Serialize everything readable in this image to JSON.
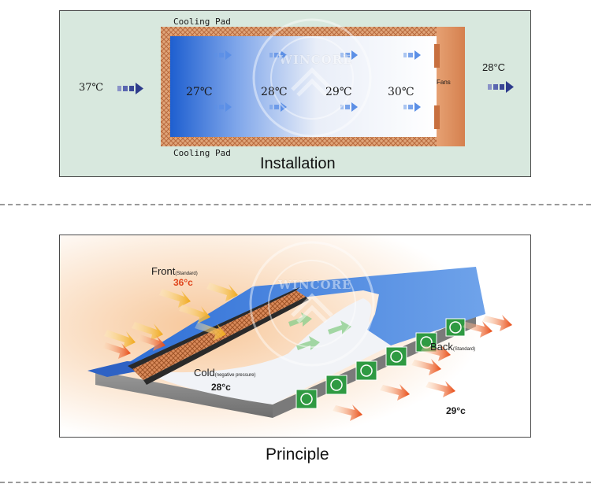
{
  "installation": {
    "cooling_pad_top": "Cooling Pad",
    "cooling_pad_bottom": "Cooling Pad",
    "temp_outside_in": "37℃",
    "temp_zone_1": "27℃",
    "temp_zone_2": "28℃",
    "temp_zone_3": "29℃",
    "temp_zone_4": "30℃",
    "fans": "Fans",
    "temp_outside_out": "28°C",
    "caption": "Installation"
  },
  "principle": {
    "front": "Front",
    "front_note": "(Standard)",
    "front_temp": "36°c",
    "cold": "Cold",
    "cold_note": "(negative pressure)",
    "cold_temp": "28°c",
    "back": "Back",
    "back_note": "(Standard)",
    "back_temp": "29°c",
    "caption": "Principle"
  },
  "watermark": {
    "logo": "WINCORE"
  },
  "colors": {
    "pad": "#d98a5a",
    "cool_blue": "#2f6fd6",
    "hot_orange": "#f06a1a",
    "fan_green": "#3aa84a",
    "arrow_blue": "#2d3b8c"
  }
}
